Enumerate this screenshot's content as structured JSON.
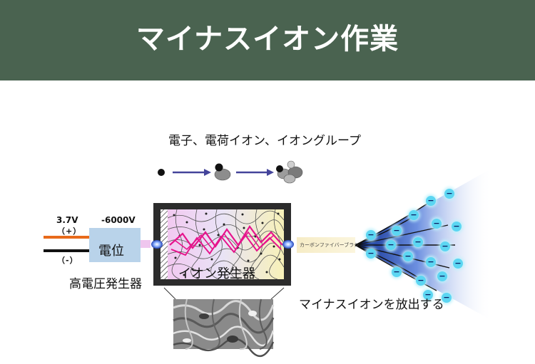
{
  "header": {
    "title": "マイナスイオン作業",
    "background_color": "#4a6350"
  },
  "diagram": {
    "particle_heading": "電子、電荷イオン、イオングループ",
    "input_voltage": "3.7V",
    "positive_label": "（+）",
    "negative_label": "（-）",
    "output_voltage": "-6000V",
    "potential_label": "電位",
    "hv_generator_label": "高電圧発生器",
    "ion_generator_label": "イオン発生器",
    "brush_label": "カーボンファイバーブラシ",
    "emission_label": "マイナスイオンを放出する",
    "ion_symbol": "−"
  },
  "colors": {
    "arrow": "#44449a",
    "positive_wire": "#e86a1a",
    "negative_wire": "#111111",
    "potential_box": "#b9d3ea",
    "ion_glow": "#5cd6f2",
    "spray_blue": "#1e44b0"
  }
}
